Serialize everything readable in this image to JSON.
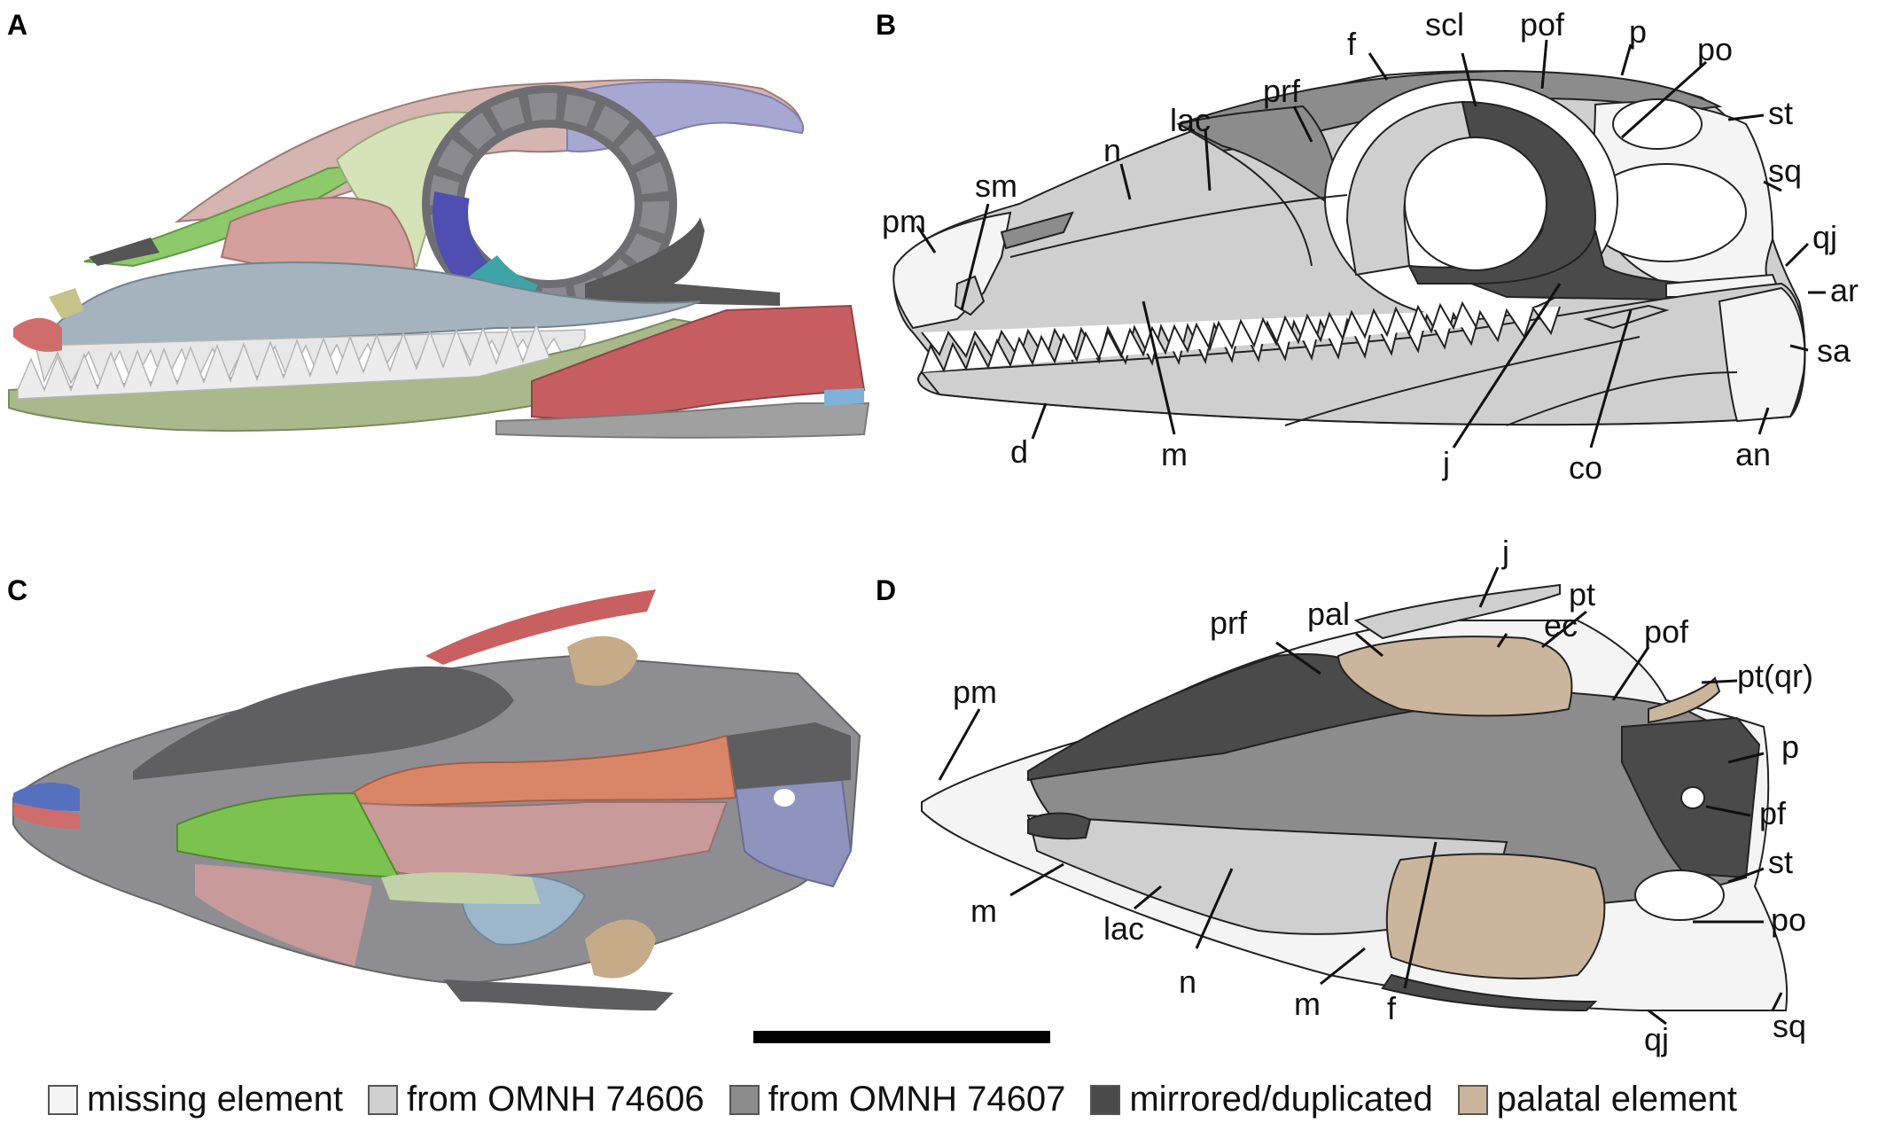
{
  "panels": {
    "a": "A",
    "b": "B",
    "c": "C",
    "d": "D"
  },
  "labels_b": {
    "f": "f",
    "scl": "scl",
    "pof": "pof",
    "p": "p",
    "po": "po",
    "prf": "prf",
    "lac": "lac",
    "n": "n",
    "st": "st",
    "sq": "sq",
    "sm": "sm",
    "pm": "pm",
    "qj": "qj",
    "ar": "ar",
    "sa": "sa",
    "m": "m",
    "d": "d",
    "j": "j",
    "co": "co",
    "an": "an"
  },
  "labels_d": {
    "j": "j",
    "pal": "pal",
    "prf": "prf",
    "pt": "pt",
    "ec": "ec",
    "pof": "pof",
    "pt_qr": "pt(qr)",
    "pm": "pm",
    "p": "p",
    "pf": "pf",
    "st": "st",
    "po": "po",
    "m1": "m",
    "lac": "lac",
    "n": "n",
    "m2": "m",
    "f": "f",
    "qj": "qj",
    "sq": "sq"
  },
  "legend": [
    {
      "label": "missing element",
      "color": "#f4f4f4"
    },
    {
      "label": "from OMNH 74606",
      "color": "#cfcfcf"
    },
    {
      "label": "from OMNH 74607",
      "color": "#8c8c8c"
    },
    {
      "label": "mirrored/duplicated",
      "color": "#4a4a4a"
    },
    {
      "label": "palatal element",
      "color": "#cbb59c"
    }
  ],
  "colors": {
    "missing": "#f4f4f4",
    "omnh74606": "#cfcfcf",
    "omnh74607": "#8c8c8c",
    "mirrored": "#4a4a4a",
    "palatal": "#cbb59c"
  }
}
